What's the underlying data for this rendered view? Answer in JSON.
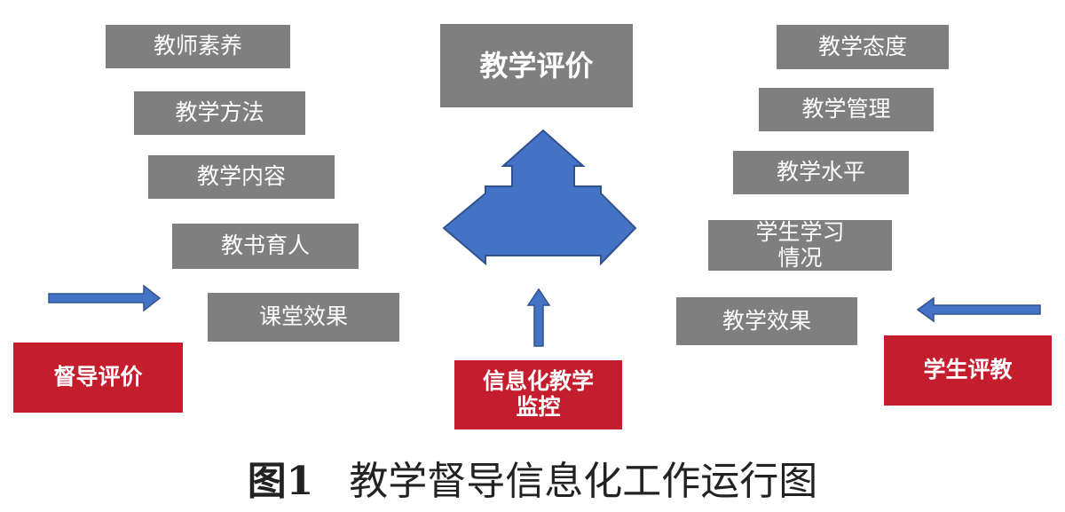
{
  "center_box": "教学评价",
  "left_items": [
    "教师素养",
    "教学方法",
    "教学内容",
    "教书育人",
    "课堂效果"
  ],
  "right_items": [
    "教学态度",
    "教学管理",
    "教学水平",
    "学生学习",
    "情况",
    "教学效果"
  ],
  "sources": {
    "left": "督导评价",
    "bottom_line1": "信息化教学",
    "bottom_line2": "监控",
    "right": "学生评教"
  },
  "caption": {
    "number": "图1",
    "text": "教学督导信息化工作运行图"
  },
  "colors": {
    "gray_box": "#7f7f7f",
    "red_box": "#c41e2e",
    "arrow": "#4472c4"
  }
}
